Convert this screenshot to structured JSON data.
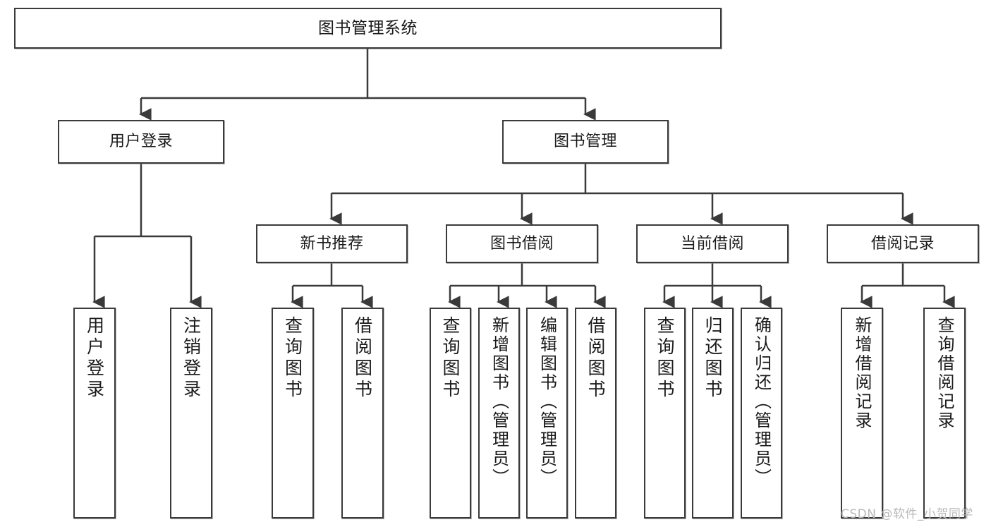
{
  "diagram": {
    "title": "图书管理系统",
    "type": "function-structure-tree",
    "orientation": "top-down",
    "stroke_color": "#3a3a3a",
    "fill_color": "#ffffff",
    "text_color": "#1a1a1a"
  },
  "nodes": {
    "root": {
      "label": "图书管理系统",
      "level": 1
    },
    "l2": [
      {
        "id": "user_login",
        "label": "用户登录",
        "level": 2
      },
      {
        "id": "book_manage",
        "label": "图书管理",
        "level": 2
      }
    ],
    "l3": [
      {
        "id": "new_book_rec",
        "label": "新书推荐",
        "level": 3,
        "parent": "book_manage"
      },
      {
        "id": "book_borrow",
        "label": "图书借阅",
        "level": 3,
        "parent": "book_manage"
      },
      {
        "id": "current_borrow",
        "label": "当前借阅",
        "level": 3,
        "parent": "book_manage"
      },
      {
        "id": "borrow_record",
        "label": "借阅记录",
        "level": 3,
        "parent": "book_manage"
      }
    ],
    "leaves": [
      {
        "id": "leaf_user_login",
        "label": "用户登录",
        "parent": "user_login"
      },
      {
        "id": "leaf_logout",
        "label": "注销登录",
        "parent": "user_login"
      },
      {
        "id": "leaf_query_book_rec",
        "label": "查询图书",
        "parent": "new_book_rec"
      },
      {
        "id": "leaf_borrow_book_rec",
        "label": "借阅图书",
        "parent": "new_book_rec"
      },
      {
        "id": "leaf_query_book_b",
        "label": "查询图书",
        "parent": "book_borrow"
      },
      {
        "id": "leaf_add_book",
        "label": "新增图书（管理员）",
        "parent": "book_borrow"
      },
      {
        "id": "leaf_edit_book",
        "label": "编辑图书（管理员）",
        "parent": "book_borrow"
      },
      {
        "id": "leaf_borrow_book_b",
        "label": "借阅图书",
        "parent": "book_borrow"
      },
      {
        "id": "leaf_query_book_c",
        "label": "查询图书",
        "parent": "current_borrow"
      },
      {
        "id": "leaf_return_book",
        "label": "归还图书",
        "parent": "current_borrow"
      },
      {
        "id": "leaf_confirm_return",
        "label": "确认归还（管理员）",
        "parent": "current_borrow"
      },
      {
        "id": "leaf_add_record",
        "label": "新增借阅记录",
        "parent": "borrow_record"
      },
      {
        "id": "leaf_query_record",
        "label": "查询借阅记录",
        "parent": "borrow_record"
      }
    ]
  },
  "watermark": {
    "text": "CSDN @软件_小贺同学"
  }
}
